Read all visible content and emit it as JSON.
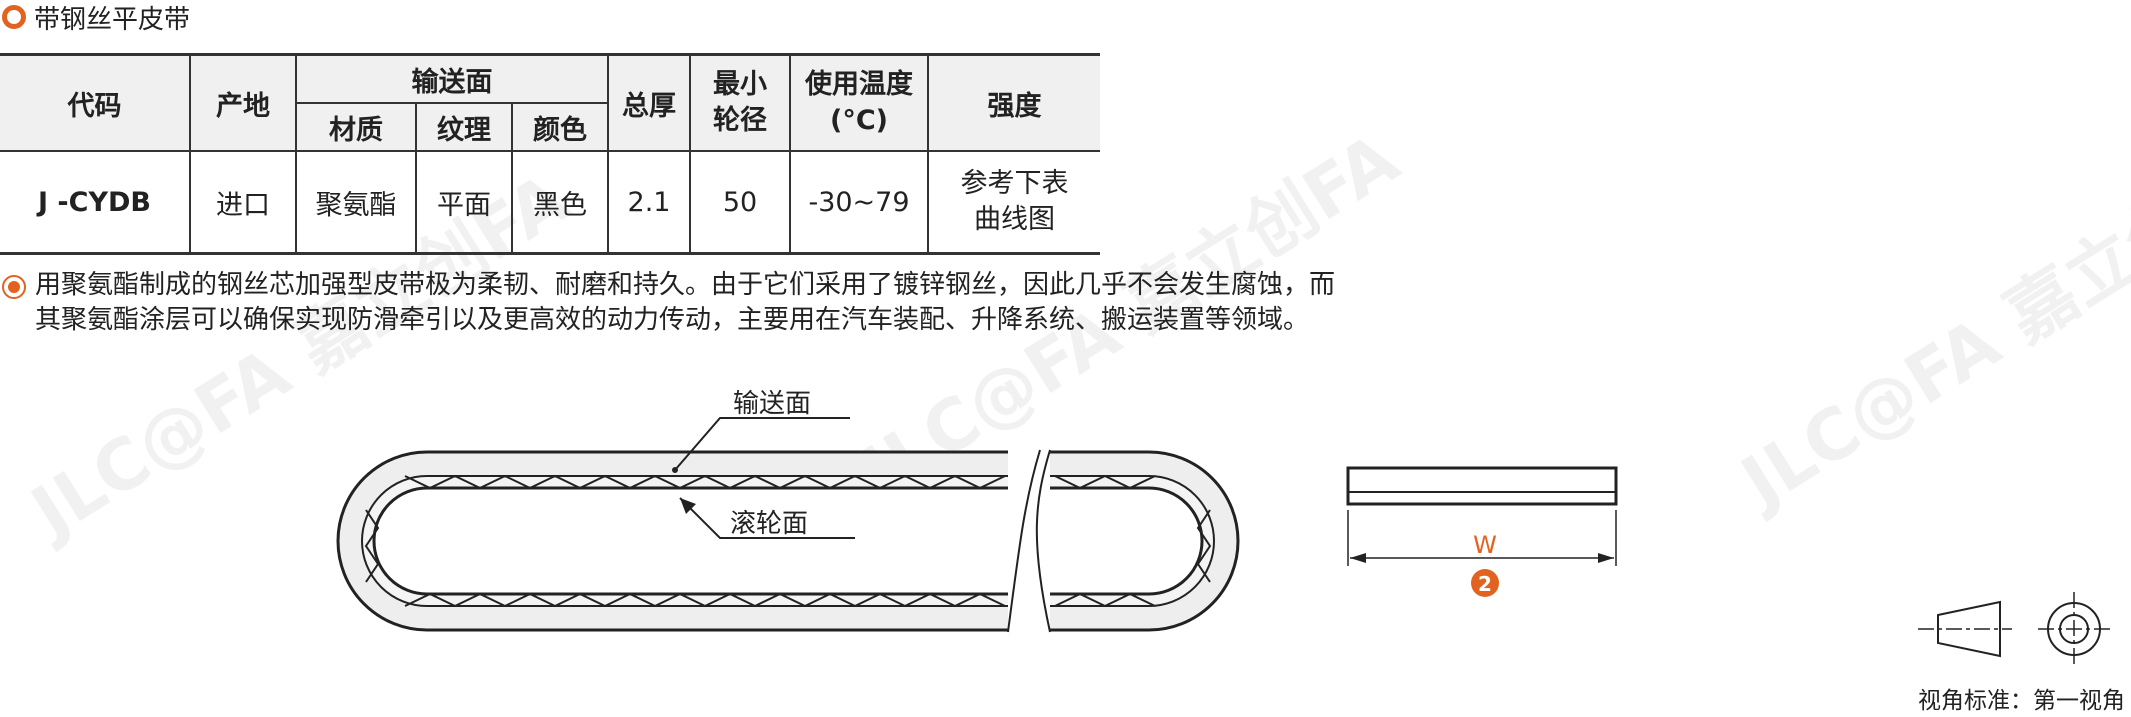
{
  "heading": "带钢丝平皮带",
  "table": {
    "headers": {
      "code": "代码",
      "origin": "产地",
      "conveying_surface": "输送面",
      "material": "材质",
      "texture": "纹理",
      "color": "颜色",
      "thickness": "总厚",
      "min_pulley": "最小轮径",
      "temp": "使用温度(°C)",
      "strength": "强度"
    },
    "row": {
      "code": "J -CYDB",
      "origin": "进口",
      "material": "聚氨酯",
      "texture": "平面",
      "color": "黑色",
      "thickness": "2.1",
      "min_pulley": "50",
      "temp": "-30~79",
      "strength": "参考下表曲线图"
    }
  },
  "description": "用聚氨酯制成的钢丝芯加强型皮带极为柔韧、耐磨和持久。由于它们采用了镀锌钢丝，因此几乎不会发生腐蚀，而其聚氨酯涂层可以确保实现防滑牵引以及更高效的动力传动，主要用在汽车装配、升降系统、搬运装置等领域。",
  "diagram": {
    "conveying_label": "输送面",
    "pulley_label": "滚轮面",
    "width_label": "W",
    "width_marker": "2"
  },
  "projection_caption": "视角标准：第一视角",
  "watermark": "JLC@FA 嘉立创FA",
  "colors": {
    "accent": "#e2631f",
    "code": "#3a6fa8",
    "header_bg": "#f0f0f0"
  }
}
